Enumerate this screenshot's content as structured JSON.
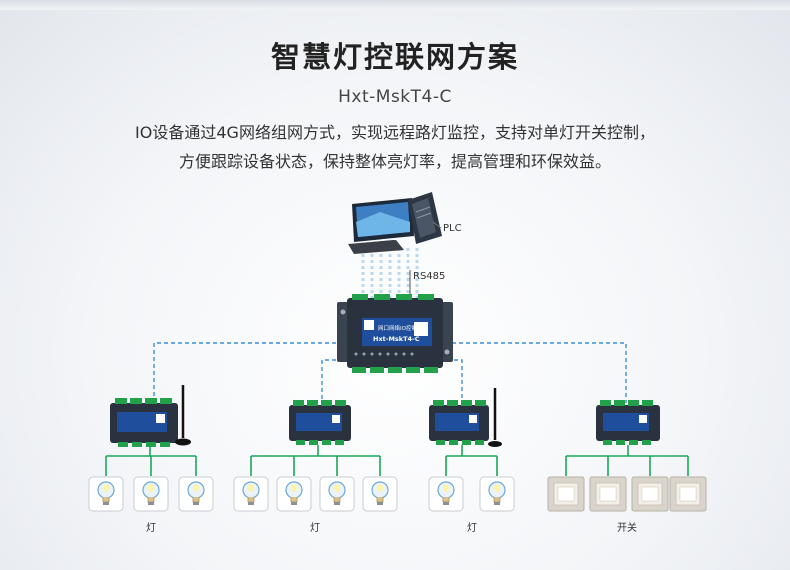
{
  "title": "智慧灯控联网方案",
  "model": "Hxt-MskT4-C",
  "description": [
    "IO设备通过4G网络组网方式，实现远程路灯监控，支持对单灯开关控制，",
    "方便跟踪设备状态，保持整体亮灯率，提高管理和环保效益。"
  ],
  "diagram": {
    "plc_label": "PLC",
    "bus_label": "RS485",
    "main_device_label": "Hxt-MskT4-C",
    "groups": [
      {
        "label": "灯",
        "kind": "bulb",
        "count": 3
      },
      {
        "label": "灯",
        "kind": "bulb",
        "count": 4
      },
      {
        "label": "灯",
        "kind": "bulb",
        "count": 2
      },
      {
        "label": "开关",
        "kind": "switch",
        "count": 4
      }
    ]
  },
  "colors": {
    "dashed_link": "#3a8fd6",
    "green_wire": "#1aa85a",
    "device_body": "#2a3240",
    "device_face": "#1f4f9c"
  }
}
